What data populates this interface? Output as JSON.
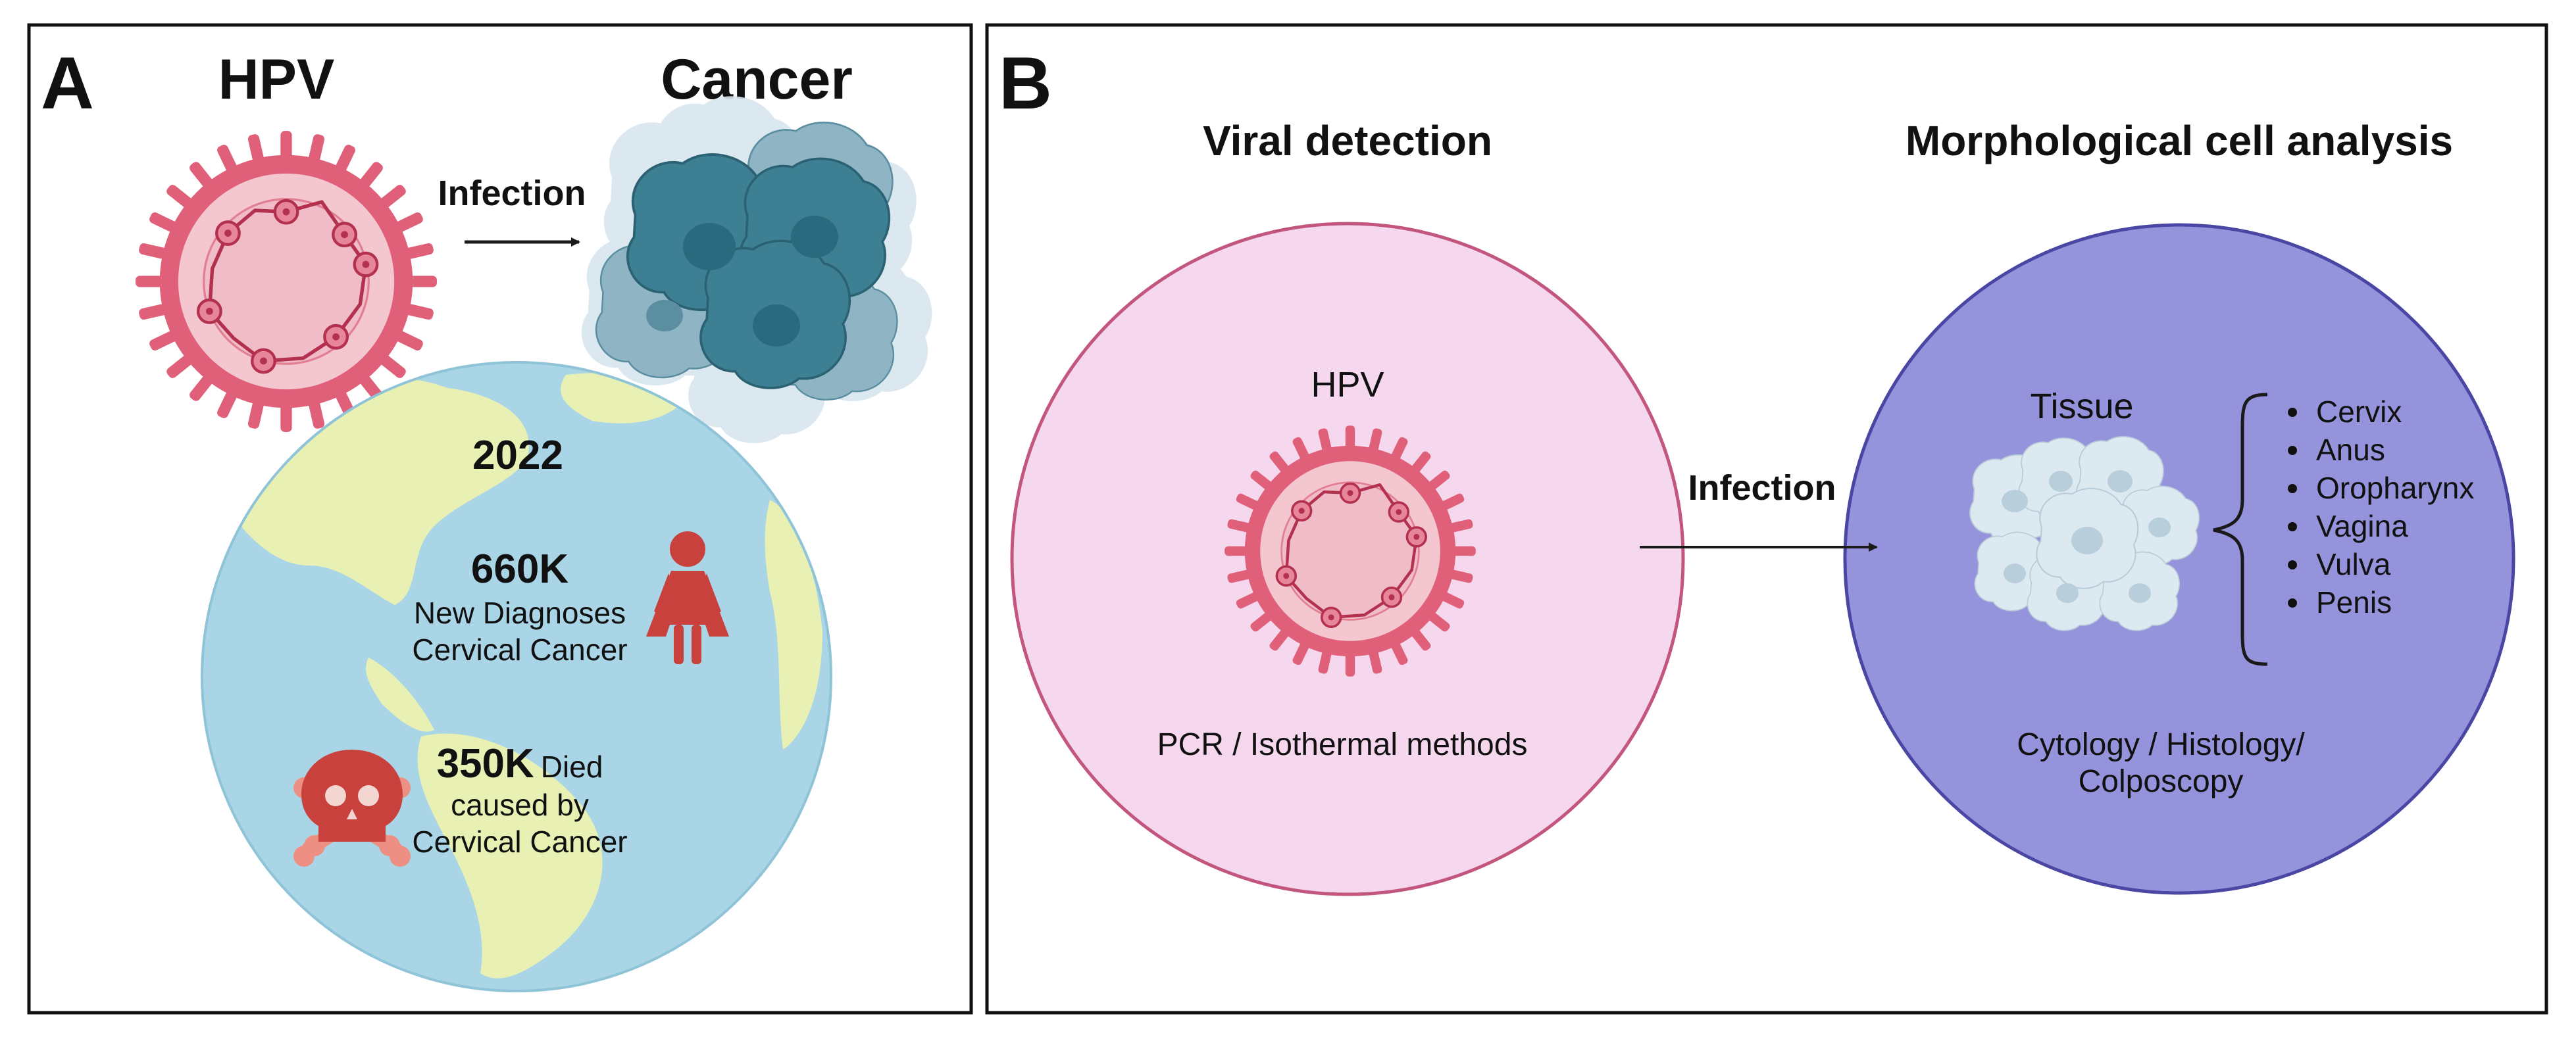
{
  "panel_a": {
    "letter": "A",
    "hpv_title": "HPV",
    "cancer_title": "Cancer",
    "infection_label": "Infection",
    "year": "2022",
    "diagnoses_number": "660K",
    "diagnoses_line1": "New Diagnoses",
    "diagnoses_line2": "Cervical Cancer",
    "deaths_number": "350K",
    "deaths_word": "Died",
    "deaths_line1": "caused by",
    "deaths_line2": "Cervical Cancer"
  },
  "panel_b": {
    "letter": "B",
    "left_title": "Viral detection",
    "right_title": "Morphological cell analysis",
    "hpv_label": "HPV",
    "method_label": "PCR / Isothermal methods",
    "infection_label": "Infection",
    "tissue_label": "Tissue",
    "sites": [
      "Cervix",
      "Anus",
      "Oropharynx",
      "Vagina",
      "Vulva",
      "Penis"
    ],
    "analysis_line1": "Cytology / Histology/",
    "analysis_line2": "Colposcopy"
  },
  "colors": {
    "virus_pink": "#e0607a",
    "virus_light": "#f4c6cf",
    "cancer_teal": "#3d7f93",
    "globe_water": "#a9d5e6",
    "globe_land": "#e8f0b4",
    "skull_red": "#c9413d",
    "bones_pink": "#ee8f84",
    "left_circle": "#f6d8ee",
    "right_circle": "#9693dd"
  }
}
